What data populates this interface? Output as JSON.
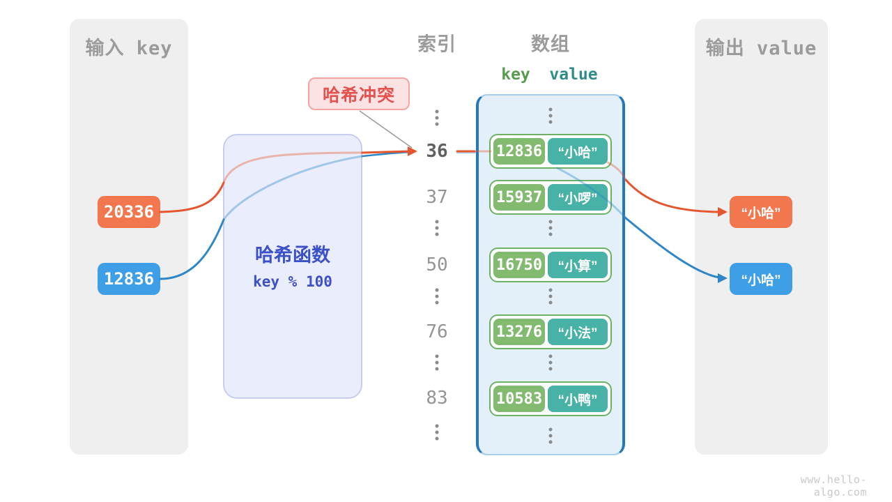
{
  "colors": {
    "canvas_bg": "#ffffff",
    "panel_bg": "#efefef",
    "panel_title": "#9b9b9b",
    "orange": "#f2764e",
    "orange_line": "#e5562e",
    "blue": "#3e9fe6",
    "blue_line": "#2e86c9",
    "green_key": "#82ba70",
    "teal_value": "#48b2a6",
    "row_border": "#6db264",
    "row_bg": "#fdfefd",
    "array_bg": "#e3f0fa",
    "array_border": "#2277bd",
    "array_border_soft": "#a9cce9",
    "hash_bg": "#eaedfb",
    "hash_border": "#c6cdf1",
    "hash_text": "#3c50c8",
    "collision_bg": "#fce3e3",
    "collision_border": "#f5a3a3",
    "collision_text": "#e4514e",
    "key_header": "#569b4f",
    "value_header": "#2f8c86",
    "index_text": "#949494",
    "index_bold": "#606060",
    "dots": "#8a8a8a",
    "connector": "#999999",
    "watermark": "#c9c9c9"
  },
  "input_panel": {
    "title": "输入 key",
    "keys": [
      {
        "value": "20336"
      },
      {
        "value": "12836"
      }
    ]
  },
  "hash_function": {
    "name": "哈希函数",
    "formula": "key % 100"
  },
  "collision": {
    "label": "哈希冲突"
  },
  "index_column": {
    "title": "索引",
    "values": [
      "36",
      "37",
      "50",
      "76",
      "83"
    ]
  },
  "array_panel": {
    "title": "数组",
    "headers": {
      "key": "key",
      "value": "value"
    },
    "rows": [
      {
        "key": "12836",
        "value": "“小哈”"
      },
      {
        "key": "15937",
        "value": "“小啰”"
      },
      {
        "key": "16750",
        "value": "“小算”"
      },
      {
        "key": "13276",
        "value": "“小法”"
      },
      {
        "key": "10583",
        "value": "“小鸭”"
      }
    ]
  },
  "output_panel": {
    "title": "输出 value",
    "values": [
      {
        "value": "“小哈”"
      },
      {
        "value": "“小哈”"
      }
    ]
  },
  "watermark": "www.hello-algo.com"
}
